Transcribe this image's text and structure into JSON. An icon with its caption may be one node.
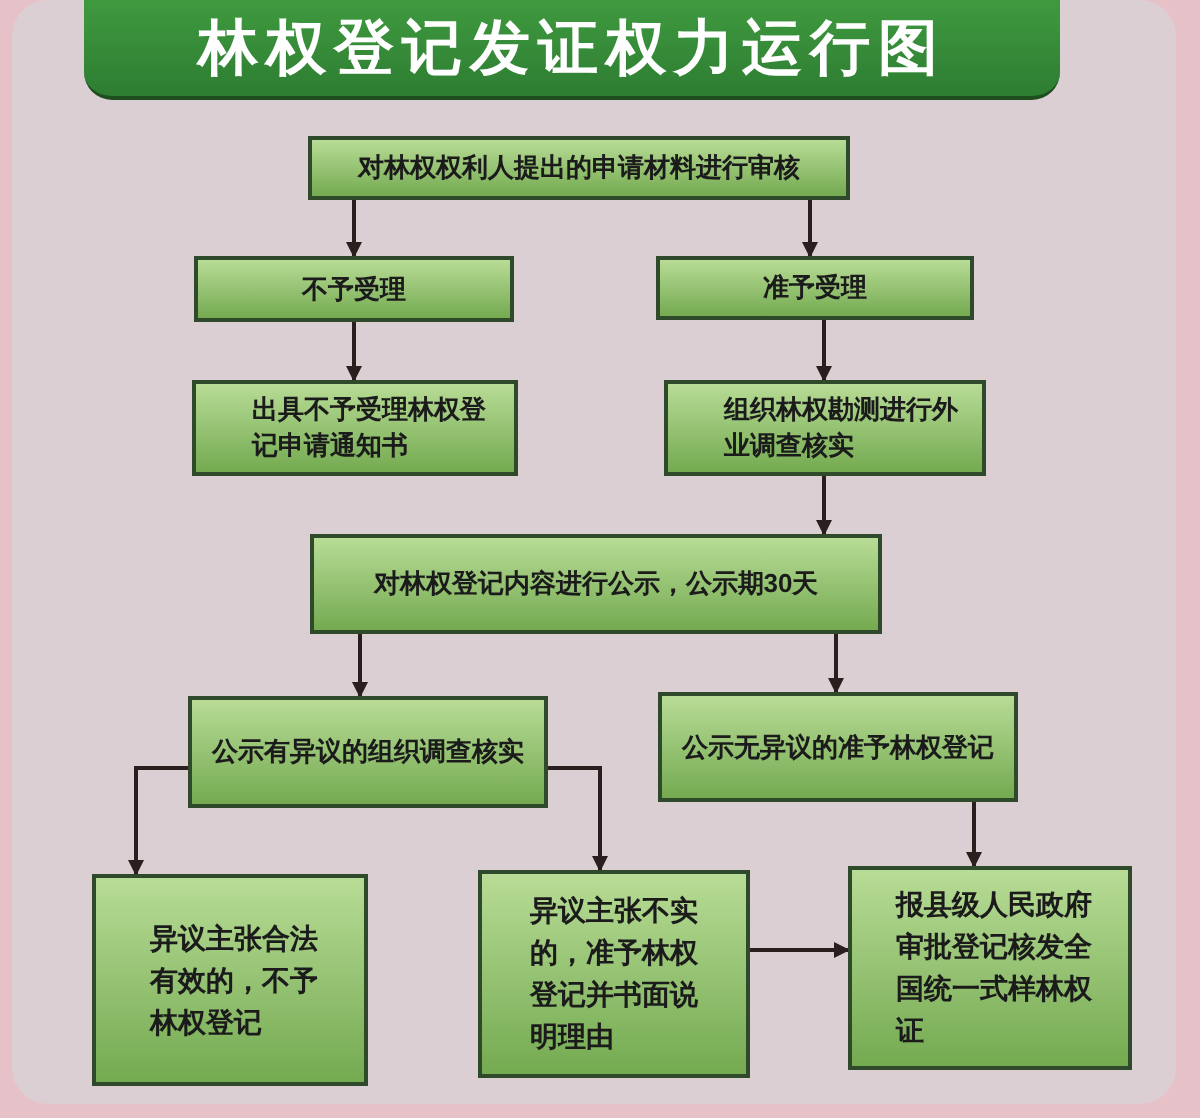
{
  "diagram": {
    "title": "林权登记发证权力运行图",
    "nodes": [
      {
        "text": [
          "对林权权利人提出的申请材料进行审核"
        ]
      },
      {
        "text": [
          "不予受理"
        ]
      },
      {
        "text": [
          "准予受理"
        ]
      },
      {
        "text": [
          "出具不予受理林权登记申请通知书"
        ]
      },
      {
        "text": [
          "组织林权勘测进行外业调查核实"
        ]
      },
      {
        "text": [
          "对林权登记内容进行公示，公示期30天"
        ]
      },
      {
        "text": [
          "公示有异议的组织调查核实"
        ]
      },
      {
        "text": [
          "公示无异议的准予林权登记"
        ]
      },
      {
        "text": [
          "异议主张合法有效的，不予林权登记"
        ]
      },
      {
        "text": [
          "异议主张不实的，准予林权登记并书面说明理由"
        ]
      },
      {
        "text": [
          "报县级人民政府审批登记核发全国统一式样林权证"
        ]
      }
    ],
    "edges": [
      {
        "from": 0,
        "to": 1,
        "arrow": "to"
      },
      {
        "from": 0,
        "to": 2,
        "arrow": "to"
      },
      {
        "from": 1,
        "to": 3,
        "arrow": "to"
      },
      {
        "from": 2,
        "to": 4,
        "arrow": "to"
      },
      {
        "from": 4,
        "to": 5,
        "arrow": "to"
      },
      {
        "from": 5,
        "to": 6,
        "arrow": "to"
      },
      {
        "from": 5,
        "to": 7,
        "arrow": "to"
      },
      {
        "from": 6,
        "to": 8,
        "arrow": "to"
      },
      {
        "from": 6,
        "to": 9,
        "arrow": "to"
      },
      {
        "from": 7,
        "to": 10,
        "arrow": "to"
      },
      {
        "from": 9,
        "to": 10,
        "arrow": "to"
      }
    ]
  }
}
